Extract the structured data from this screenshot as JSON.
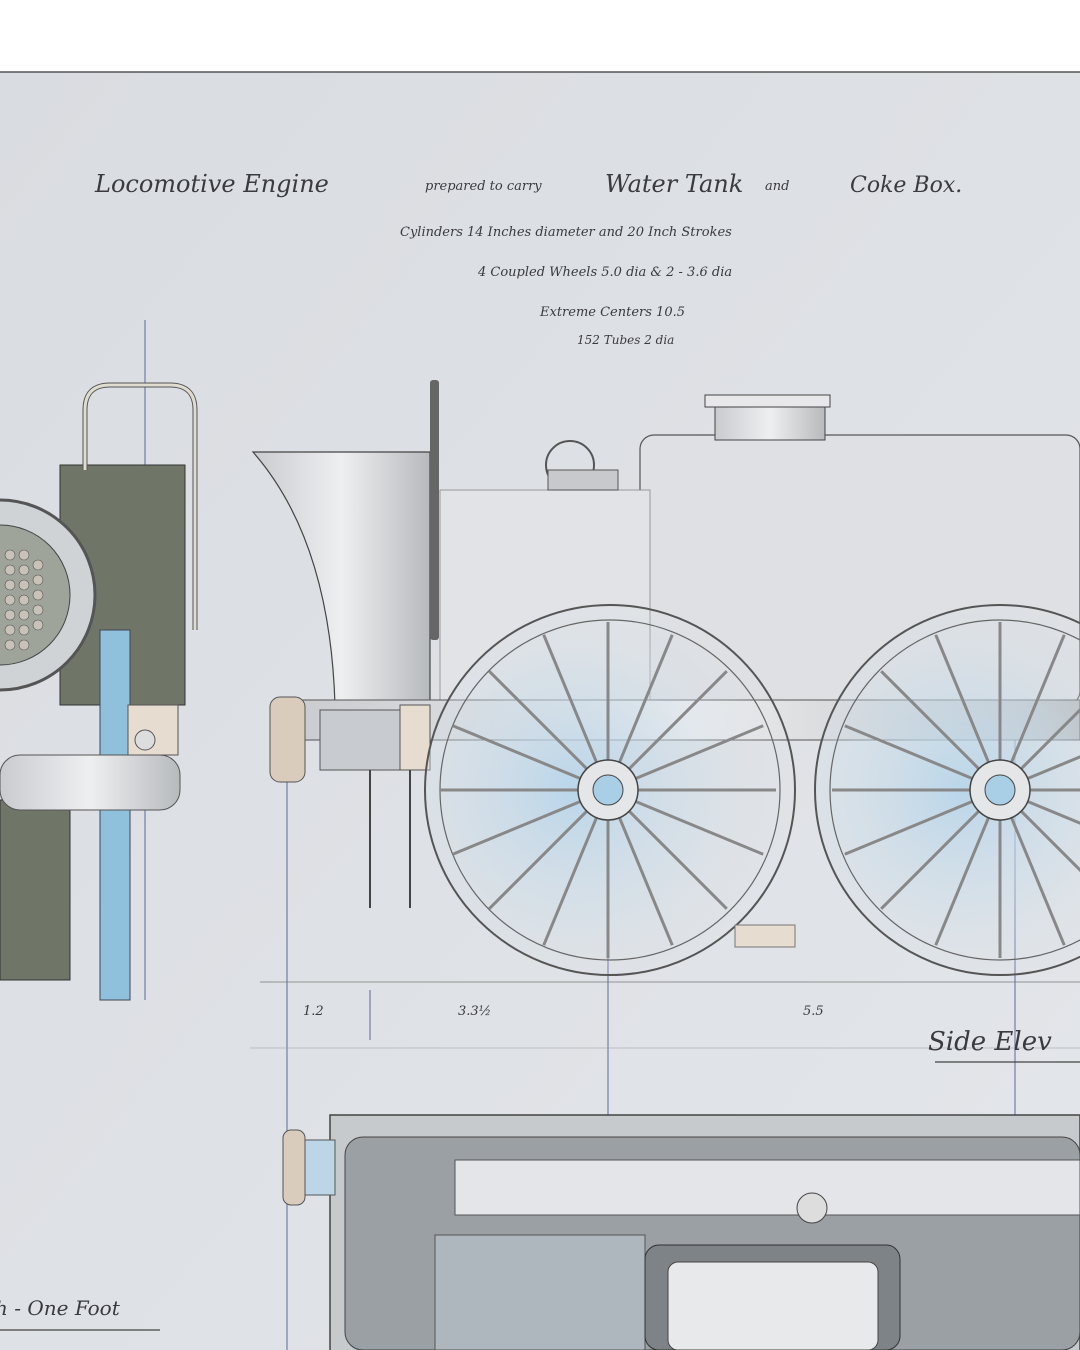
{
  "drawing": {
    "title_main": "Locomotive Engine",
    "title_prep": "prepared to carry",
    "title_water": "Water Tank",
    "title_and": "and",
    "title_coke": "Coke Box.",
    "spec_cylinders": "Cylinders 14 Inches diameter and 20 Inch Strokes",
    "spec_wheels": "4 Coupled Wheels 5.0 dia & 2 - 3.6 dia",
    "spec_centers": "Extreme Centers 10.5",
    "spec_tubes": "152 Tubes 2 dia",
    "dimensions": [
      "1.2",
      "3.3½",
      "5.5"
    ],
    "view_label": "Side Elev",
    "scale_label": "h - One Foot"
  },
  "colors": {
    "paper": "#dde0e4",
    "ink": "#3a3a40",
    "wash_blue": "#8fc0dc",
    "wash_dark": "#6f7668",
    "line_blue": "#3b4a8a"
  }
}
